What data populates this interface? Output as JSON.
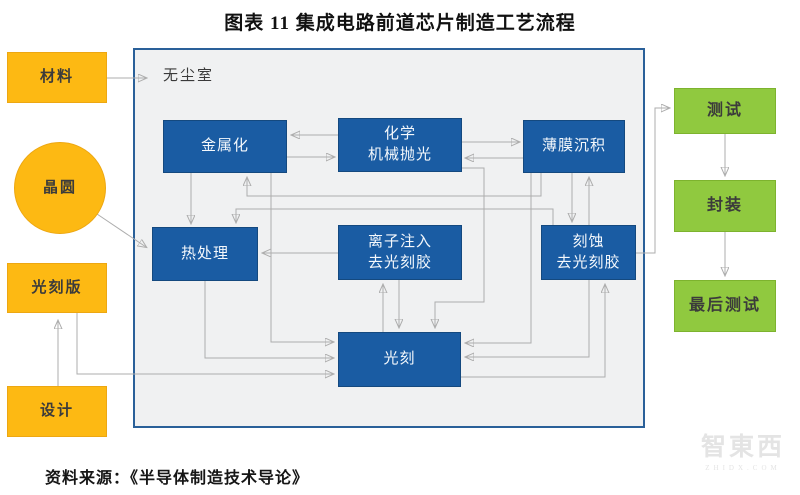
{
  "title": "图表 11 集成电路前道芯片制造工艺流程",
  "source": {
    "label": "资料来源：",
    "reference": "《半导体制造技术导论》"
  },
  "watermark": {
    "logo": "智東西",
    "domain_text": "ZHIDX.COM"
  },
  "colors": {
    "input_yellow": "#FDB913",
    "process_blue": "#1A5CA3",
    "output_green": "#90C93F",
    "cleanroom_fill": "#F0F1F2",
    "cleanroom_border": "#2A6099",
    "connector_gray": "#ADADAD"
  },
  "diagram": {
    "cleanroom_label": "无尘室",
    "input_nodes": [
      {
        "id": "materials",
        "label": "材料",
        "shape": "rect"
      },
      {
        "id": "wafer",
        "label": "晶圆",
        "shape": "circle"
      },
      {
        "id": "photomask",
        "label": "光刻版",
        "shape": "rect"
      },
      {
        "id": "design",
        "label": "设计",
        "shape": "rect"
      }
    ],
    "process_nodes": [
      {
        "id": "metallization",
        "lines": [
          "金属化"
        ]
      },
      {
        "id": "cmp",
        "lines": [
          "化学",
          "机械抛光"
        ]
      },
      {
        "id": "thin-film-deposition",
        "lines": [
          "薄膜沉积"
        ]
      },
      {
        "id": "heat-treatment",
        "lines": [
          "热处理"
        ]
      },
      {
        "id": "ion-implant-strip",
        "lines": [
          "离子注入",
          "去光刻胶"
        ]
      },
      {
        "id": "etch-strip",
        "lines": [
          "刻蚀",
          "去光刻胶"
        ]
      },
      {
        "id": "lithography",
        "lines": [
          "光刻"
        ]
      }
    ],
    "output_nodes": [
      {
        "id": "test",
        "label": "测试"
      },
      {
        "id": "packaging",
        "label": "封装"
      },
      {
        "id": "final-test",
        "label": "最后测试"
      }
    ],
    "edges": [
      {
        "from": "材料",
        "to": "无尘室"
      },
      {
        "from": "晶圆",
        "to": "热处理"
      },
      {
        "from": "设计",
        "to": "光刻版"
      },
      {
        "from": "光刻版",
        "to": "光刻"
      },
      {
        "from": "化学机械抛光",
        "to": "金属化"
      },
      {
        "from": "金属化",
        "to": "化学机械抛光"
      },
      {
        "from": "化学机械抛光",
        "to": "薄膜沉积"
      },
      {
        "from": "薄膜沉积",
        "to": "化学机械抛光"
      },
      {
        "from": "金属化",
        "to": "热处理"
      },
      {
        "from": "薄膜沉积",
        "to": "金属化"
      },
      {
        "from": "刻蚀去光刻胶",
        "to": "热处理"
      },
      {
        "from": "薄膜沉积",
        "to": "刻蚀去光刻胶"
      },
      {
        "from": "刻蚀去光刻胶",
        "to": "薄膜沉积"
      },
      {
        "from": "薄膜沉积",
        "to": "光刻"
      },
      {
        "from": "化学机械抛光",
        "to": "光刻"
      },
      {
        "from": "离子注入去光刻胶",
        "to": "热处理"
      },
      {
        "from": "光刻",
        "to": "离子注入去光刻胶"
      },
      {
        "from": "离子注入去光刻胶",
        "to": "光刻"
      },
      {
        "from": "金属化",
        "to": "光刻"
      },
      {
        "from": "热处理",
        "to": "光刻"
      },
      {
        "from": "刻蚀去光刻胶",
        "to": "光刻"
      },
      {
        "from": "光刻",
        "to": "刻蚀去光刻胶"
      },
      {
        "from": "刻蚀去光刻胶",
        "to": "测试"
      },
      {
        "from": "测试",
        "to": "封装"
      },
      {
        "from": "封装",
        "to": "最后测试"
      }
    ]
  }
}
